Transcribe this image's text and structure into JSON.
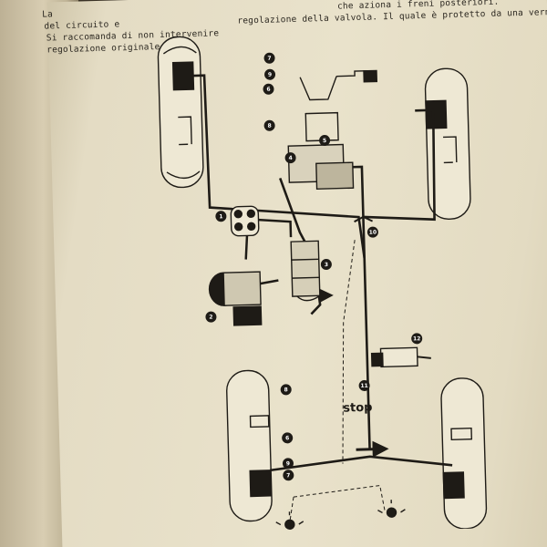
{
  "text": {
    "line1_a": "La",
    "line1_b": "che aziona i freni posteriori.",
    "line2_a": "del circuito e",
    "line2_b": "regolazione della valvola. Il quale è protetto da una vernice che garantisce la",
    "line3": "Si raccomanda di non intervenire",
    "line4": "regolazione originale."
  },
  "labels": {
    "n1": "1",
    "n2": "2",
    "n3": "3",
    "n4": "4",
    "n5": "5",
    "n6": "6",
    "n7": "7",
    "n8": "8",
    "n9": "9",
    "n10": "10",
    "n11": "11",
    "n12": "12",
    "stop": "stop"
  },
  "colors": {
    "paper": "#e6dec6",
    "ink": "#1e1b16",
    "page_edge": "#b3543c"
  }
}
